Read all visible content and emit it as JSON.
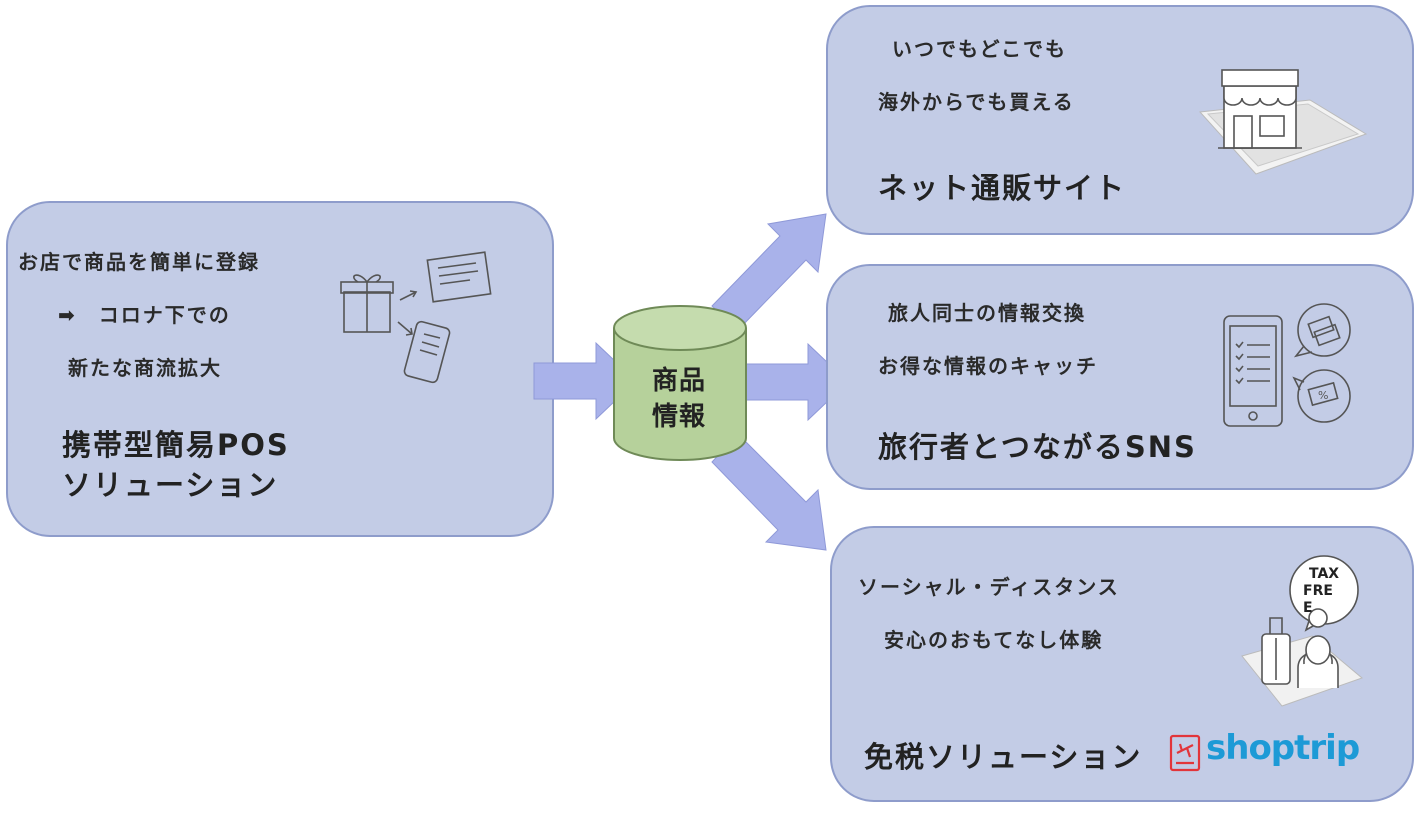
{
  "left": {
    "lines": [
      "お店で商品を簡単に登録",
      "➡　コロナ下での",
      "新たな商流拡大"
    ],
    "title_line1": "携帯型簡易POS",
    "title_line2": "ソリューション"
  },
  "center": {
    "line1": "商品",
    "line2": "情報"
  },
  "right": [
    {
      "lines": [
        "いつでもどこでも",
        "海外からでも買える"
      ],
      "title": "ネット通販サイト"
    },
    {
      "lines": [
        "旅人同士の情報交換",
        "お得な情報のキャッチ"
      ],
      "title": "旅行者とつながるSNS"
    },
    {
      "lines": [
        "ソーシャル・ディスタンス",
        "安心のおもてなし体験"
      ],
      "title": "免税ソリューション",
      "logo_text": "shoptrip",
      "badge_lines": [
        "TAX",
        "FRE",
        "E"
      ]
    }
  ],
  "colors": {
    "box_fill": "#c3cce6",
    "box_border": "#8e9ccb",
    "arrow": "#a9b2ea",
    "db": "#b6d19b",
    "logo": "#1d9ad6",
    "logo_red": "#e2353b"
  }
}
